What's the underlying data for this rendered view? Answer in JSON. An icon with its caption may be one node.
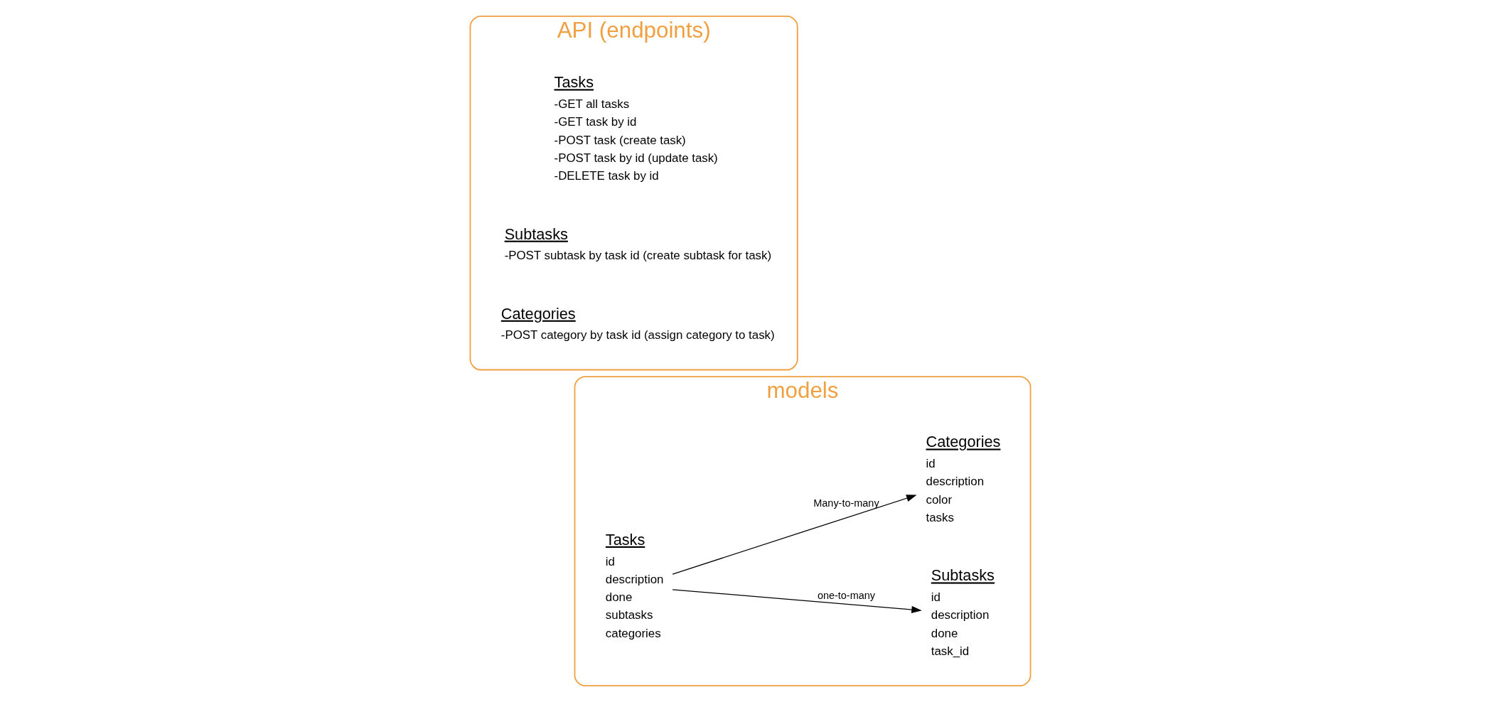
{
  "diagram": {
    "nodes": [
      {
        "text": [
          "models"
        ]
      },
      {
        "text": [
          "Tasks",
          "id",
          "description",
          "done",
          "subtasks",
          "categories"
        ],
        "in": 0
      },
      {
        "text": [
          "Subtasks",
          "id",
          "description",
          "done",
          "task_id"
        ],
        "in": 0
      },
      {
        "text": [
          "Categories",
          "id",
          "description",
          "color",
          "tasks"
        ],
        "in": 0
      },
      {
        "text": [
          "API (endpoints)"
        ]
      },
      {
        "text": [
          "Tasks",
          "-GET all tasks",
          "-GET task by id",
          "-POST task (create task)",
          "-POST task by id (update task)",
          "-DELETE task by id"
        ],
        "in": 4
      },
      {
        "text": [
          "Subtasks",
          "-POST subtask by task id (create subtask for task)"
        ],
        "in": 4
      },
      {
        "text": [
          "Categories",
          "-POST category by task id (assign category to task)"
        ],
        "in": 4
      }
    ],
    "edges": [
      {
        "from": 1,
        "to": 2,
        "arrow": "to",
        "label": "one-to-many"
      },
      {
        "from": 1,
        "to": 3,
        "arrow": "to",
        "label": "Many-to-many"
      }
    ]
  }
}
